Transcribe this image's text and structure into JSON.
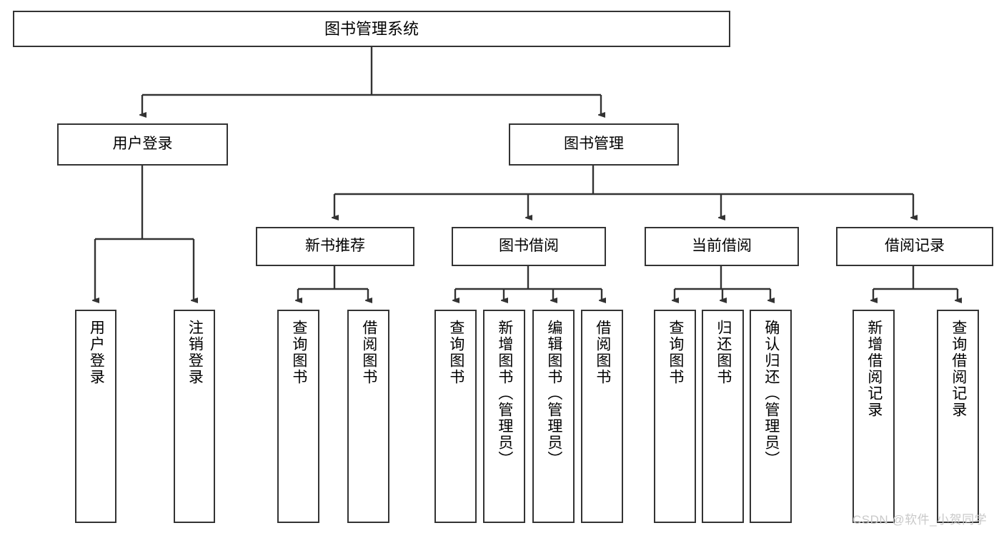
{
  "diagram": {
    "title": "图书管理系统",
    "type": "tree",
    "root": {
      "label": "图书管理系统"
    },
    "level2": [
      {
        "label": "用户登录"
      },
      {
        "label": "图书管理"
      }
    ],
    "level3": [
      {
        "label": "新书推荐",
        "parent": "图书管理"
      },
      {
        "label": "图书借阅",
        "parent": "图书管理"
      },
      {
        "label": "当前借阅",
        "parent": "图书管理"
      },
      {
        "label": "借阅记录",
        "parent": "图书管理"
      }
    ],
    "leaves": {
      "user_login": [
        {
          "label": "用户登录"
        },
        {
          "label": "注销登录"
        }
      ],
      "new_book_rec": [
        {
          "label": "查询图书"
        },
        {
          "label": "借阅图书"
        }
      ],
      "book_borrow": [
        {
          "label": "查询图书"
        },
        {
          "label": "新增图书（管理员）"
        },
        {
          "label": "编辑图书（管理员）"
        },
        {
          "label": "借阅图书"
        }
      ],
      "current_borrow": [
        {
          "label": "查询图书"
        },
        {
          "label": "归还图书"
        },
        {
          "label": "确认归还（管理员）"
        }
      ],
      "borrow_record": [
        {
          "label": "新增借阅记录"
        },
        {
          "label": "查询借阅记录"
        }
      ]
    }
  },
  "watermark": {
    "text": "CSDN @软件_小贺同学"
  },
  "colors": {
    "border": "#333333",
    "background": "#ffffff",
    "text": "#000000",
    "watermark": "#c9c9c9"
  }
}
